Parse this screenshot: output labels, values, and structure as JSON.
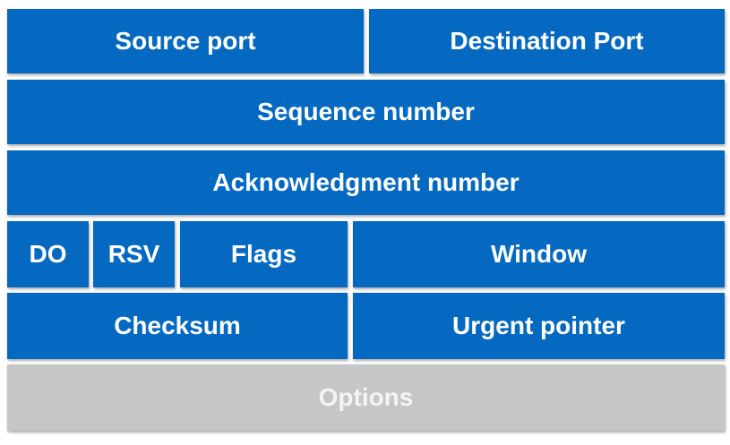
{
  "header": {
    "rows": [
      [
        "Source port",
        "Destination Port"
      ],
      [
        "Sequence number"
      ],
      [
        "Acknowledgment number"
      ],
      [
        "DO",
        "RSV",
        "Flags",
        "Window"
      ],
      [
        "Checksum",
        "Urgent pointer"
      ],
      [
        "Options"
      ]
    ],
    "fields": {
      "source_port": "Source port",
      "destination_port": "Destination Port",
      "sequence_number": "Sequence number",
      "acknowledgment_number": "Acknowledgment number",
      "data_offset": "DO",
      "reserved": "RSV",
      "flags": "Flags",
      "window": "Window",
      "checksum": "Checksum",
      "urgent_pointer": "Urgent pointer",
      "options": "Options"
    }
  },
  "colors": {
    "field_fill": "#0569c1",
    "options_fill": "#c6c6c6",
    "text": "#ffffff"
  }
}
